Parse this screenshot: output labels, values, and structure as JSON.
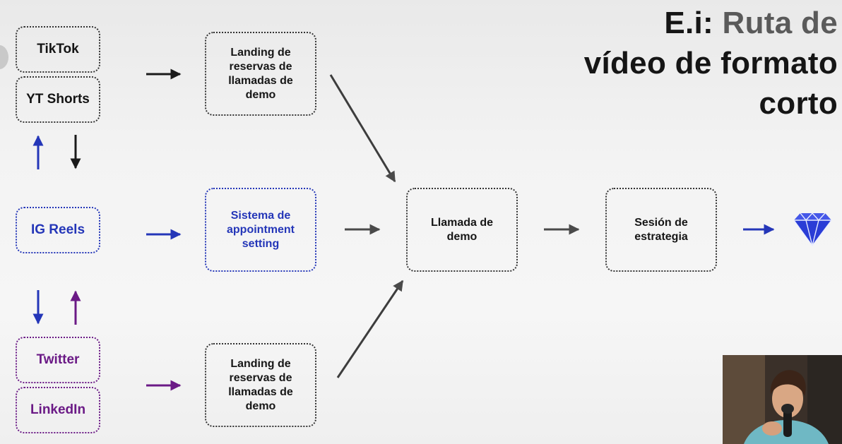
{
  "title": {
    "prefix": "E.i:",
    "highlight": "Ruta de",
    "line2": "vídeo de formato",
    "line3": "corto"
  },
  "sources": {
    "tiktok": "TikTok",
    "yt_shorts": "YT Shorts",
    "ig_reels": "IG Reels",
    "twitter": "Twitter",
    "linkedin": "LinkedIn"
  },
  "nodes": {
    "landing_top": "Landing de reservas de llamadas de demo",
    "appointment": "Sistema de appointment setting",
    "landing_bottom": "Landing de reservas de llamadas de demo",
    "llamada": "Llamada de demo",
    "sesion": "Sesión de estrategia"
  },
  "icons": {
    "end": "diamond-icon",
    "arrow": "arrow-icon"
  },
  "colors": {
    "blue": "#2436b8",
    "purple": "#6b1a86",
    "dark": "#222222",
    "grey_arrow": "#555555"
  }
}
